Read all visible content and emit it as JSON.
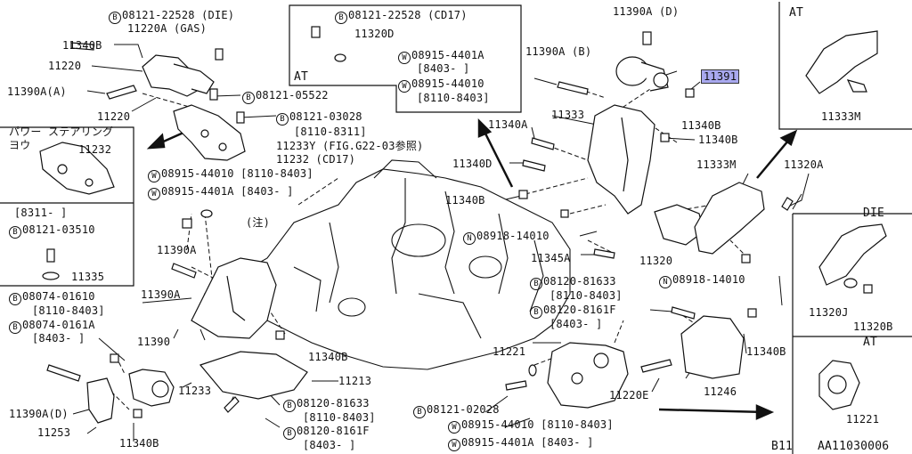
{
  "boxes": {
    "at_top_center": "AT",
    "at_top_right": "AT",
    "die_right": "DIE",
    "at_bottom_right": "AT",
    "power_steering_title": "パワー ステアリング",
    "power_steering_sub": "ヨウ"
  },
  "labels": {
    "b_08121_22528_die": "08121-22528 (DIE)",
    "p11220a_gas": "11220A (GAS)",
    "p11340b_a": "11340B",
    "p11220_a": "11220",
    "p11390a_a": "11390A(A)",
    "p11220_b": "11220",
    "b_08121_22528_cd17": "08121-22528 (CD17)",
    "p11320d": "11320D",
    "w_08915_4401a_top": "08915-4401A",
    "r_8403_top": "[8403-   ]",
    "w_08915_44010_top": "08915-44010",
    "r_8110_8403_top": "[8110-8403]",
    "b_08121_05522": "08121-05522",
    "b_08121_03028": "08121-03028",
    "r_8110_8311": "[8110-8311]",
    "p11233y": "11233Y (FIG.G22-03参照)",
    "p11232_cd17": "11232   (CD17)",
    "w_08915_44010_mid": "08915-44010 [8110-8403]",
    "w_08915_4401a_mid": "08915-4401A [8403-   ]",
    "p11232_box": "11232",
    "r_8311": "[8311-    ]",
    "b_08121_03510": "08121-03510",
    "p11335": "11335",
    "p11390a_ba": "11390A",
    "chu": "(注)",
    "p11390a_bb": "11390A",
    "b_08074_01610": "08074-01610",
    "r_8110_8403_b": "[8110-8403]",
    "b_08074_0161a": "08074-0161A",
    "r_8403_b": "[8403-   ]",
    "p11390": "11390",
    "p11233": "11233",
    "p11390a_d": "11390A(D)",
    "p11253": "11253",
    "p11340b_bl": "11340B",
    "p11390a_d_top": "11390A (D)",
    "p11390a_b": "11390A (B)",
    "p11391": "11391",
    "p11340b_r1": "11340B",
    "p11340b_r2": "11340B",
    "p11333": "11333",
    "p11340a": "11340A",
    "p11340d": "11340D",
    "p11340b_c": "11340B",
    "n_08918_14010_a": "08918-14010",
    "p11345a": "11345A",
    "p11320": "11320",
    "n_08918_14010_b": "08918-14010",
    "p11333m_a": "11333M",
    "p11320a": "11320A",
    "p11333m_b": "11333M",
    "p11320j": "11320J",
    "p11320b": "11320B",
    "b_08120_81633_a": "08120-81633",
    "r_8110_8403_c": "[8110-8403]",
    "b_08120_8161f_a": "08120-8161F",
    "r_8403_c": "[8403-   ]",
    "p11340b_mid": "11340B",
    "p11221": "11221",
    "p11340b_right": "11340B",
    "p11213": "11213",
    "p11220e": "11220E",
    "p11246": "11246",
    "b_08121_02028": "08121-02028",
    "w_08915_44010_bot": "08915-44010 [8110-8403]",
    "w_08915_4401a_bot": "08915-4401A [8403-    ]",
    "b_08120_81633_b": "08120-81633",
    "r_8110_8403_d": "[8110-8403]",
    "b_08120_8161f_b": "08120-8161F",
    "r_8403_d": "[8403-    ]",
    "p11221_box": "11221",
    "b11": "B11",
    "code": "AA11030006"
  },
  "markers": {
    "b": "B",
    "w": "W",
    "n": "N"
  },
  "colors": {
    "line": "#111111",
    "highlight": "#a9a9ef"
  }
}
